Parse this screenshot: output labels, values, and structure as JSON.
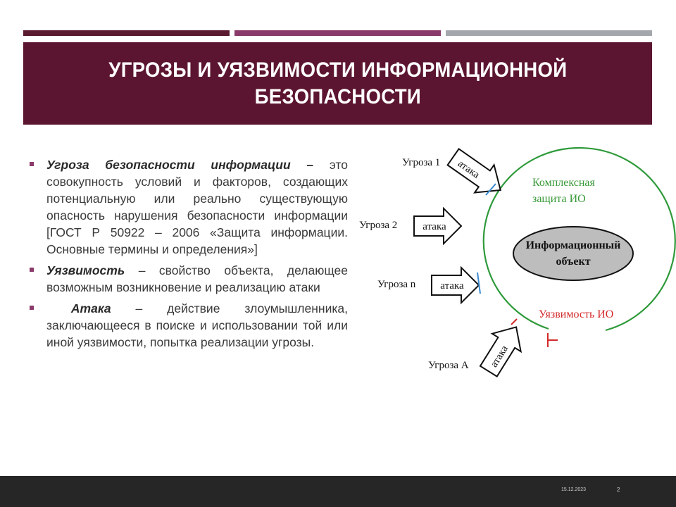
{
  "slide": {
    "title_line1": "УГРОЗЫ И УЯЗВИМОСТИ ИНФОРМАЦИОННОЙ",
    "title_line2": "БЕЗОПАСНОСТИ",
    "accent_colors": {
      "maroon": "#5c1530",
      "plum": "#8a3a6a",
      "gray": "#a4a8ac"
    }
  },
  "bullets": [
    {
      "term": "Угроза безопасности информации –",
      "text": " это совокупность условий и факторов, создающих потенциальную или реально существующую опасность нарушения безопасности информации [ГОСТ Р 50922 – 2006 «Защита информации. Основные термины и определения»]"
    },
    {
      "term": "Уязвимость",
      "text": " – свойство объекта, делающее возможным возникновение и реализацию атаки"
    },
    {
      "term": "Атака",
      "text": " – действие злоумышленника, заключающееся в поиске и использовании той или иной уязвимости, попытка реализации угрозы."
    }
  ],
  "diagram": {
    "threat_1": "Угроза 1",
    "threat_2": "Угроза 2",
    "threat_n": "Угроза n",
    "threat_a": "Угроза А",
    "attack_label": "атака",
    "protection_line1": "Комплексная",
    "protection_line2": "защита ИО",
    "object_line1": "Информационный",
    "object_line2": "объект",
    "vulnerability": "Уязвимость ИО",
    "colors": {
      "circle": "#2e9a3a",
      "vulnerability": "#d42a2a",
      "protection_text": "#3a9a3a",
      "deflect_mark": "#3a8ad0"
    }
  },
  "footer": {
    "date": "15.12.2023",
    "page": "2"
  }
}
